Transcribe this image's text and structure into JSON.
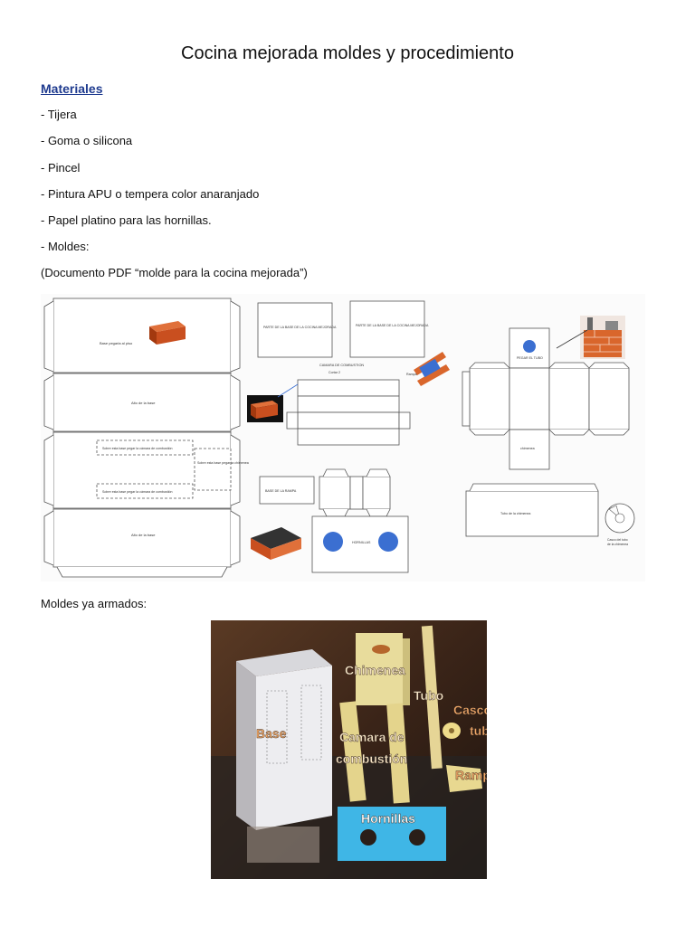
{
  "document": {
    "title": "Cocina mejorada moldes y procedimiento",
    "materials_heading": "Materiales",
    "materials": [
      "- Tijera",
      "- Goma o silicona",
      "- Pincel",
      "- Pintura APU o tempera color anaranjado",
      "- Papel platino para las hornillas.",
      "- Moldes:"
    ],
    "pdf_note": "(Documento PDF “molde para la cocina mejorada”)",
    "assembled_caption": "Moldes ya armados:"
  },
  "template_labels": {
    "base_pegar_piso": "Base pegarla al piso",
    "alto_base_1": "Alto de la base",
    "alto_base_2": "Alto de la base",
    "sobre_base_camara": "Sobre esta base pegar la cámara de combustión",
    "sobre_base_chimenea": "Sobre esta base pegar la chimenea",
    "sobre_base_camara_2": "Sobre esta base pegar la cámara de combustión",
    "parte_base_1": "PARTE DE LA BASE DE LA COCINA MEJORADA",
    "parte_base_2": "PARTE DE LA BASE DE LA COCINA MEJORADA",
    "camara_combustion": "CAMARA DE COMBUSTION",
    "cortar_2": "Cortar 2",
    "rampa": "Rampa",
    "base_rampa": "BASE DE LA RAMPA",
    "hornillas": "HORNILLAS",
    "pegar_tubo": "PEGAR EL TUBO",
    "chimenea": "chimenea",
    "tubo_chimenea": "Tubo de la chimenea",
    "casco_tubo_1": "Casco del tubo",
    "casco_tubo_2": "de la chimenea"
  },
  "photo_labels": {
    "chimenea": "Chimenea",
    "tubo": "Tubo",
    "casco_1": "Casco del",
    "casco_2": "tubo",
    "base": "Base",
    "camara_1": "Camara de",
    "camara_2": "combustión",
    "rampa": "Rampa",
    "hornillas": "Hornillas"
  },
  "colors": {
    "heading_blue": "#1f3b8f",
    "brick": "#c94f1f",
    "hornilla_blue": "#3b6fd1",
    "photo_label_orange": "#f0a868",
    "photo_blue_card": "#3fb6e6"
  }
}
